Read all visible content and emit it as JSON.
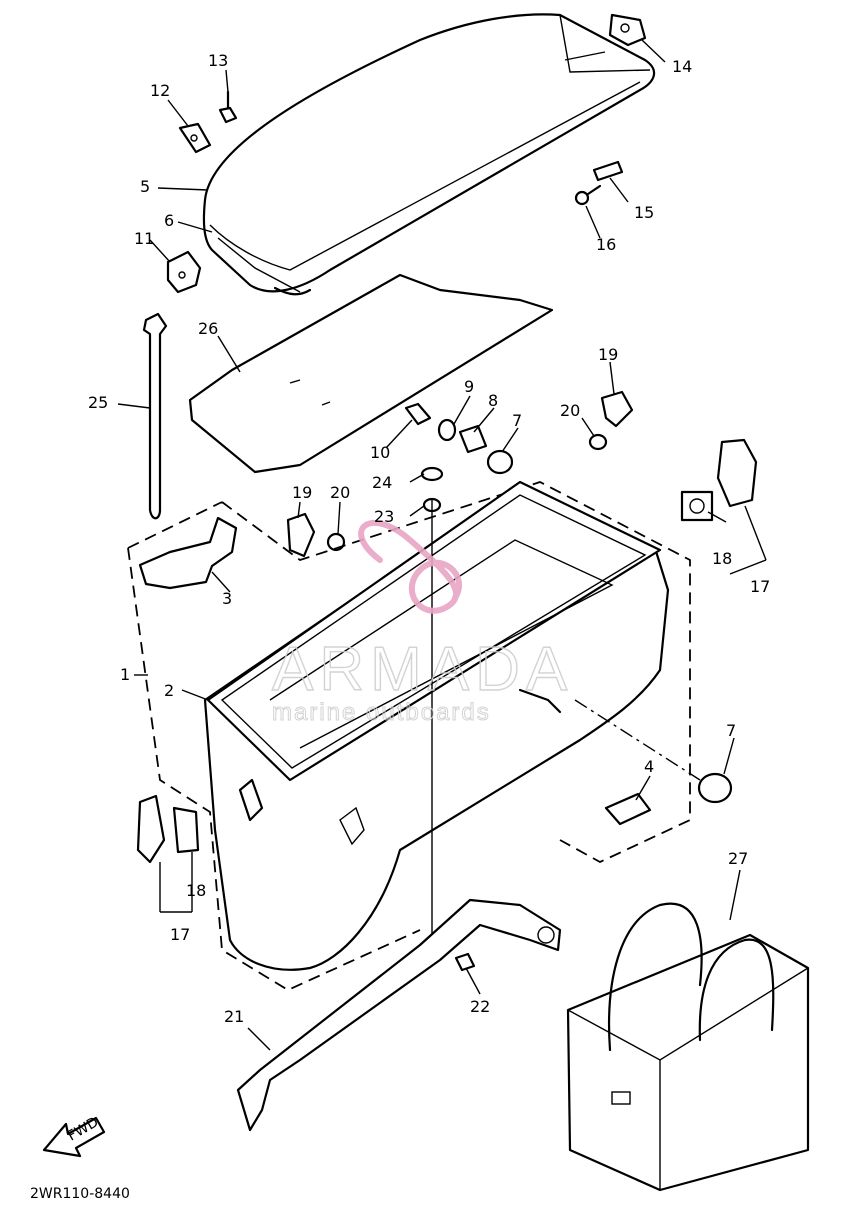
{
  "diagram": {
    "part_labels": {
      "p1": "1",
      "p2": "2",
      "p3": "3",
      "p4": "4",
      "p5": "5",
      "p6": "6",
      "p7a": "7",
      "p7b": "7",
      "p8": "8",
      "p9": "9",
      "p10": "10",
      "p11": "11",
      "p12": "12",
      "p13": "13",
      "p14": "14",
      "p15": "15",
      "p16": "16",
      "p17a": "17",
      "p17b": "17",
      "p18a": "18",
      "p18b": "18",
      "p19a": "19",
      "p19b": "19",
      "p20a": "20",
      "p20b": "20",
      "p21": "21",
      "p22": "22",
      "p23": "23",
      "p24": "24",
      "p25": "25",
      "p26": "26",
      "p27": "27"
    },
    "diagram_code": "2WR110-8440",
    "fwd_label": "FWD",
    "watermark": {
      "title": "ARMADA",
      "subtitle": "marine outboards",
      "accent_color": "#e8a6c6"
    }
  }
}
